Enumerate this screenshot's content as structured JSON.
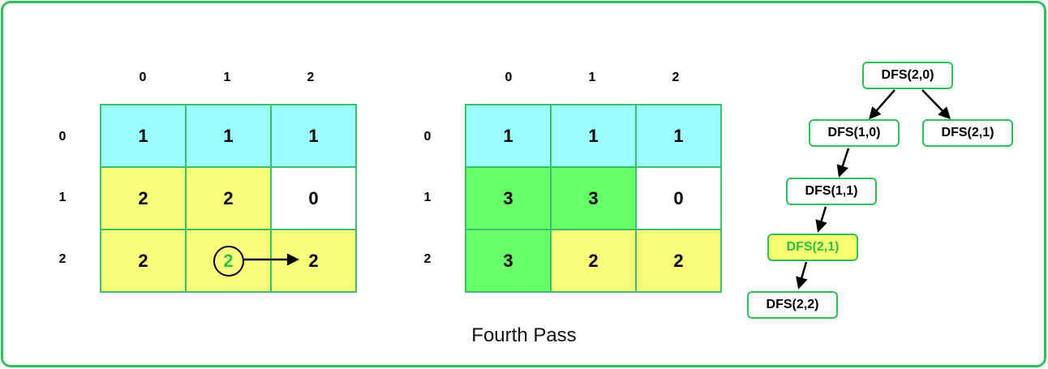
{
  "col_indices": [
    "0",
    "1",
    "2"
  ],
  "row_indices": [
    "0",
    "1",
    "2"
  ],
  "left_grid": {
    "cells": [
      [
        "1",
        "1",
        "1"
      ],
      [
        "2",
        "2",
        "0"
      ],
      [
        "2",
        "2",
        "2"
      ]
    ],
    "colors": [
      [
        "#9bffff",
        "#9bffff",
        "#9bffff"
      ],
      [
        "#faff7a",
        "#faff7a",
        "#ffffff"
      ],
      [
        "#faff7a",
        "#faff7a",
        "#faff7a"
      ]
    ]
  },
  "right_grid": {
    "cells": [
      [
        "1",
        "1",
        "1"
      ],
      [
        "3",
        "3",
        "0"
      ],
      [
        "3",
        "2",
        "2"
      ]
    ],
    "colors": [
      [
        "#9bffff",
        "#9bffff",
        "#9bffff"
      ],
      [
        "#66ff66",
        "#66ff66",
        "#ffffff"
      ],
      [
        "#66ff66",
        "#faff7a",
        "#faff7a"
      ]
    ]
  },
  "tree": {
    "root": "DFS(2,0)",
    "n10": "DFS(1,0)",
    "n21a": "DFS(2,1)",
    "n11": "DFS(1,1)",
    "n21b": "DFS(2,1)",
    "n22": "DFS(2,2)"
  },
  "caption": "Fourth Pass",
  "colors": {
    "border": "#2ec05a",
    "highlight_text": "#2ebf4a"
  }
}
